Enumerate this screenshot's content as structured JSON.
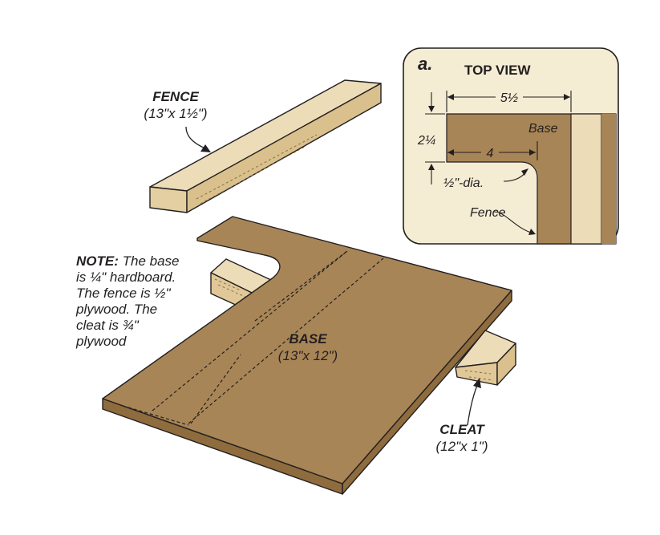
{
  "fence": {
    "name": "FENCE",
    "size": "(13\"x 1½\")"
  },
  "base": {
    "name": "BASE",
    "size": "(13\"x 12\")"
  },
  "cleat": {
    "name": "CLEAT",
    "size": "(12\"x 1\")"
  },
  "note": {
    "heading": "NOTE:",
    "lines": [
      " The base",
      "is ¼\" hardboard.",
      "The fence is ½\"",
      "plywood. The",
      "cleat is ¾\"",
      "plywood"
    ]
  },
  "top_view": {
    "badge": "a.",
    "title": "TOP VIEW",
    "dim_width": "5½",
    "dim_height": "2¼",
    "dim_notch": "4",
    "hole_label": "½\"-dia.",
    "base_label": "Base",
    "fence_label": "Fence"
  },
  "colors": {
    "hardboard": "#a88556",
    "wood_light": "#ecdcb8",
    "wood_mid": "#e0c898",
    "inset_bg": "#f5ecd4",
    "outline": "#231f20"
  }
}
